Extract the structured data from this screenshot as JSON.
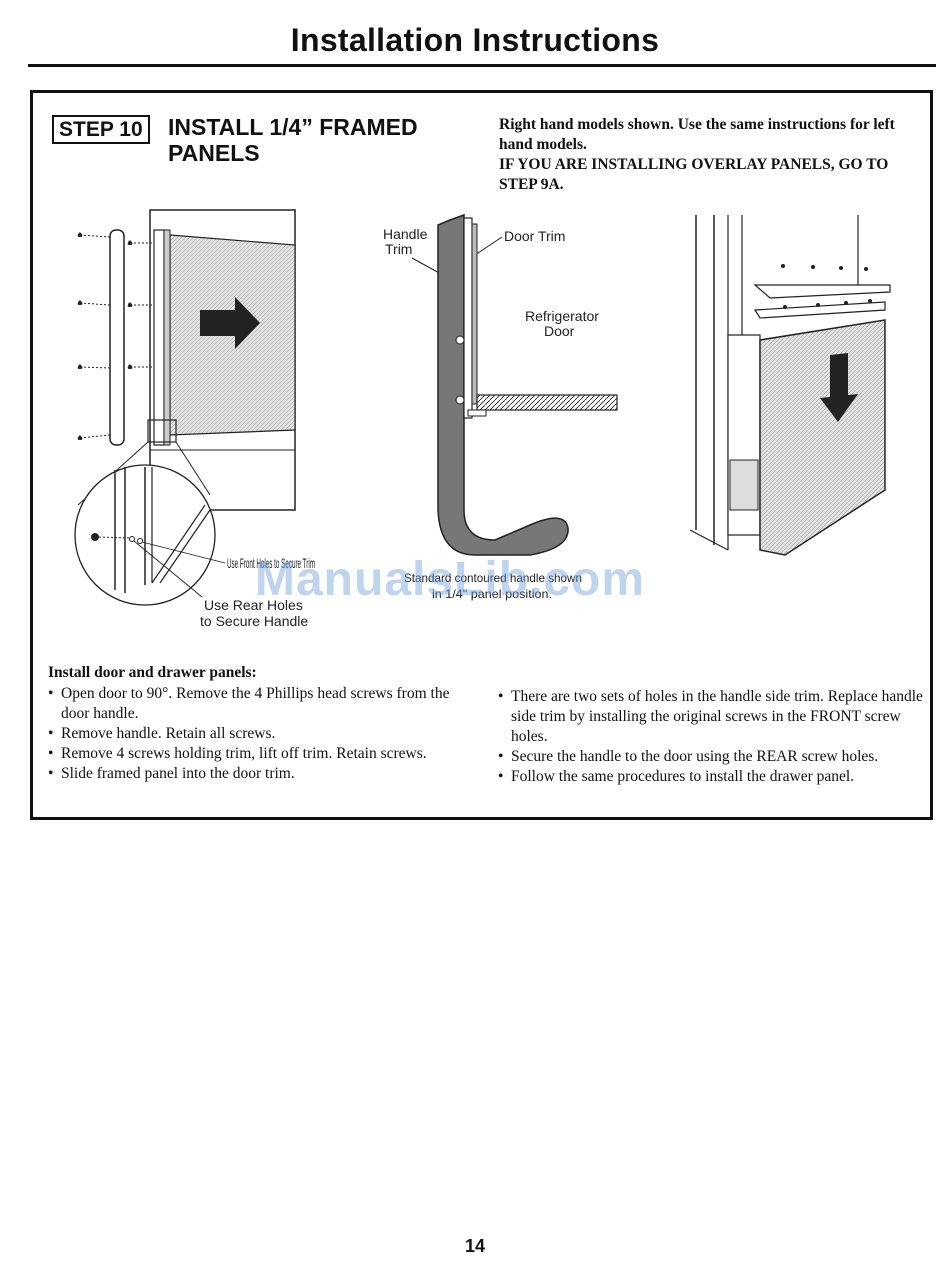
{
  "header": {
    "title": "Installation Instructions"
  },
  "step": {
    "number_label": "STEP 10",
    "heading": "INSTALL 1/4” FRAMED PANELS"
  },
  "note": {
    "line1": "Right hand models shown. Use the same instructions for left hand models.",
    "line2": "IF YOU ARE INSTALLING OVERLAY PANELS, GO TO STEP 9A."
  },
  "diagram_labels": {
    "front_holes": "Use Front Holes to Secure Trim",
    "rear_holes_1": "Use Rear Holes",
    "rear_holes_2": "to Secure Handle",
    "handle_trim_1": "Handle",
    "handle_trim_2": "Trim",
    "door_trim": "Door Trim",
    "fridge_door_1": "Refrigerator",
    "fridge_door_2": "Door",
    "standard_handle_1": "Standard contoured handle shown",
    "standard_handle_2": "in 1/4\" panel position."
  },
  "watermark": "ManualsLib.com",
  "instructions": {
    "heading": "Install door and drawer panels:",
    "left": [
      "Open door to 90°. Remove the 4 Phillips head screws from the door handle.",
      "Remove handle. Retain all screws.",
      "Remove 4 screws holding trim, lift off trim. Retain screws.",
      "Slide framed panel into the door trim."
    ],
    "right": [
      "There are two sets of holes in the handle side trim. Replace handle side trim by installing the original screws in the FRONT screw holes.",
      "Secure the handle to the door using the REAR screw holes.",
      "Follow the same procedures to install the drawer panel."
    ]
  },
  "footer": {
    "page_number": "14"
  }
}
